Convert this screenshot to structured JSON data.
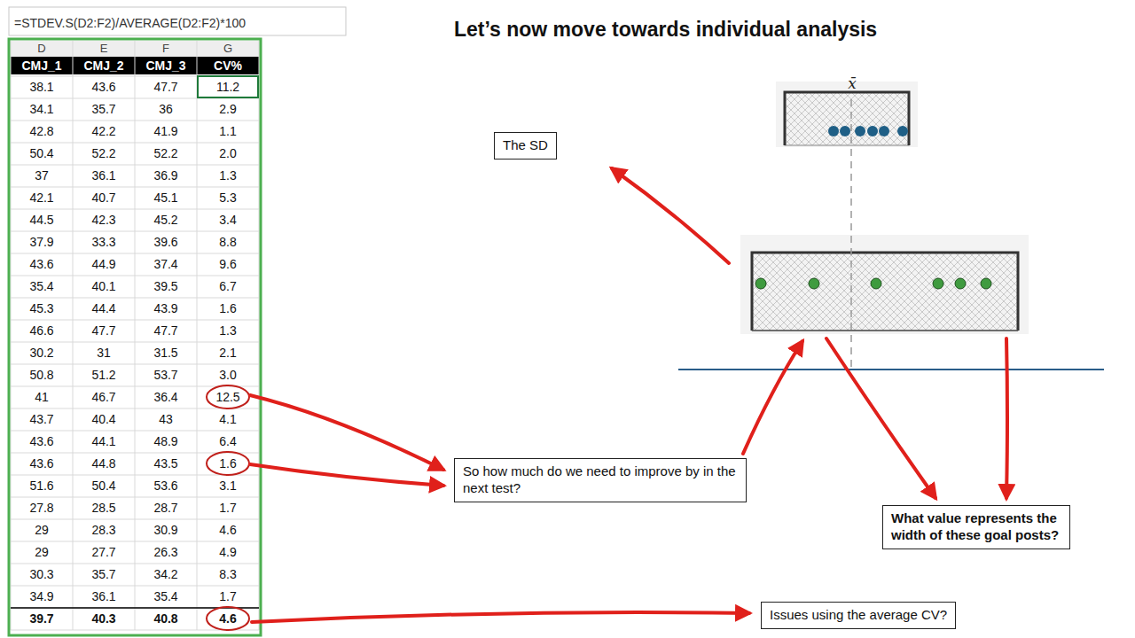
{
  "diagram": {
    "title": "Let’s now move towards individual analysis",
    "nodes": [
      {
        "text": [
          "The SD"
        ]
      },
      {
        "text": [
          "So how much do we need to improve by in the next test?"
        ]
      },
      {
        "text": [
          "What value represents the width of these goal posts?"
        ]
      },
      {
        "text": [
          "Issues using the average CV?"
        ]
      }
    ],
    "labels": [
      "=STDEV.S(D2:F2)/AVERAGE(D2:F2)*100",
      "D",
      "E",
      "F",
      "G",
      "CMJ_1",
      "CMJ_2",
      "CMJ_3",
      "CV%",
      "38.1",
      "43.6",
      "47.7",
      "11.2",
      "34.1",
      "35.7",
      "36",
      "2.9",
      "42.8",
      "42.2",
      "41.9",
      "1.1",
      "50.4",
      "52.2",
      "52.2",
      "2.0",
      "37",
      "36.1",
      "36.9",
      "1.3",
      "42.1",
      "40.7",
      "45.1",
      "5.3",
      "44.5",
      "42.3",
      "45.2",
      "3.4",
      "37.9",
      "33.3",
      "39.6",
      "8.8",
      "43.6",
      "44.9",
      "37.4",
      "9.6",
      "35.4",
      "40.1",
      "39.5",
      "6.7",
      "45.3",
      "44.4",
      "43.9",
      "1.6",
      "46.6",
      "47.7",
      "47.7",
      "1.3",
      "30.2",
      "31",
      "31.5",
      "2.1",
      "50.8",
      "51.2",
      "53.7",
      "3.0",
      "41",
      "46.7",
      "36.4",
      "12.5",
      "43.7",
      "40.4",
      "43",
      "4.1",
      "43.6",
      "44.1",
      "48.9",
      "6.4",
      "43.6",
      "44.8",
      "43.5",
      "1.6",
      "51.6",
      "50.4",
      "53.6",
      "3.1",
      "27.8",
      "28.5",
      "28.7",
      "1.7",
      "29",
      "28.3",
      "30.9",
      "4.6",
      "29",
      "27.7",
      "26.3",
      "4.9",
      "30.3",
      "35.7",
      "34.2",
      "8.3",
      "34.9",
      "36.1",
      "35.4",
      "1.7",
      "39.7",
      "40.3",
      "40.8",
      "4.6",
      "x̄"
    ]
  }
}
